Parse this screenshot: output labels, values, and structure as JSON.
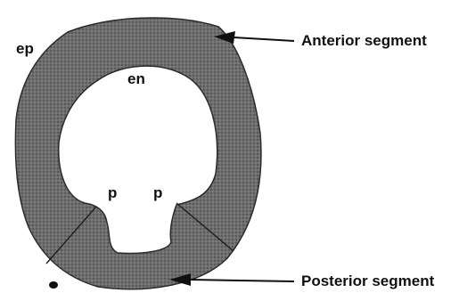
{
  "labels": {
    "epicardium": "ep",
    "endocardium": "en",
    "papillary_left": "p",
    "papillary_right": "p",
    "anterior_segment": "Anterior segment",
    "posterior_segment": "Posterior segment"
  },
  "colors": {
    "wall_fill": "#6e6e6e",
    "wall_stroke": "#2a2a2a",
    "cavity": "#ffffff",
    "label_text": "#111111",
    "pointer": "#111111"
  },
  "icons": {
    "pointer": "arrow-left-icon"
  }
}
